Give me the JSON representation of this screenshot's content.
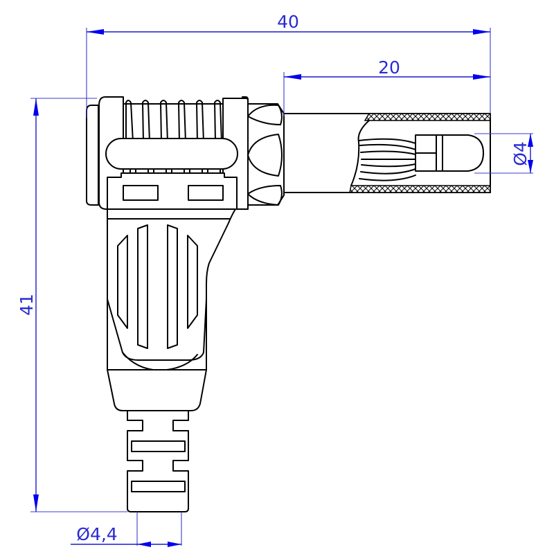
{
  "drawing": {
    "subject": "right-angle connector plug",
    "colors": {
      "outline": "#000000",
      "dimension": "#1a1acc",
      "dimension_text": "#2a2ad0",
      "background": "#ffffff"
    }
  },
  "dimensions": {
    "overall_length": {
      "label": "40",
      "unit": "mm",
      "orientation": "horizontal"
    },
    "pin_section_length": {
      "label": "20",
      "unit": "mm",
      "orientation": "horizontal"
    },
    "overall_height": {
      "label": "41",
      "unit": "mm",
      "orientation": "vertical"
    },
    "pin_diameter": {
      "label": "Ø4",
      "unit": "mm",
      "orientation": "vertical"
    },
    "cable_diameter": {
      "label": "Ø4.4",
      "display": "Ø4,4",
      "unit": "mm",
      "orientation": "horizontal"
    }
  }
}
